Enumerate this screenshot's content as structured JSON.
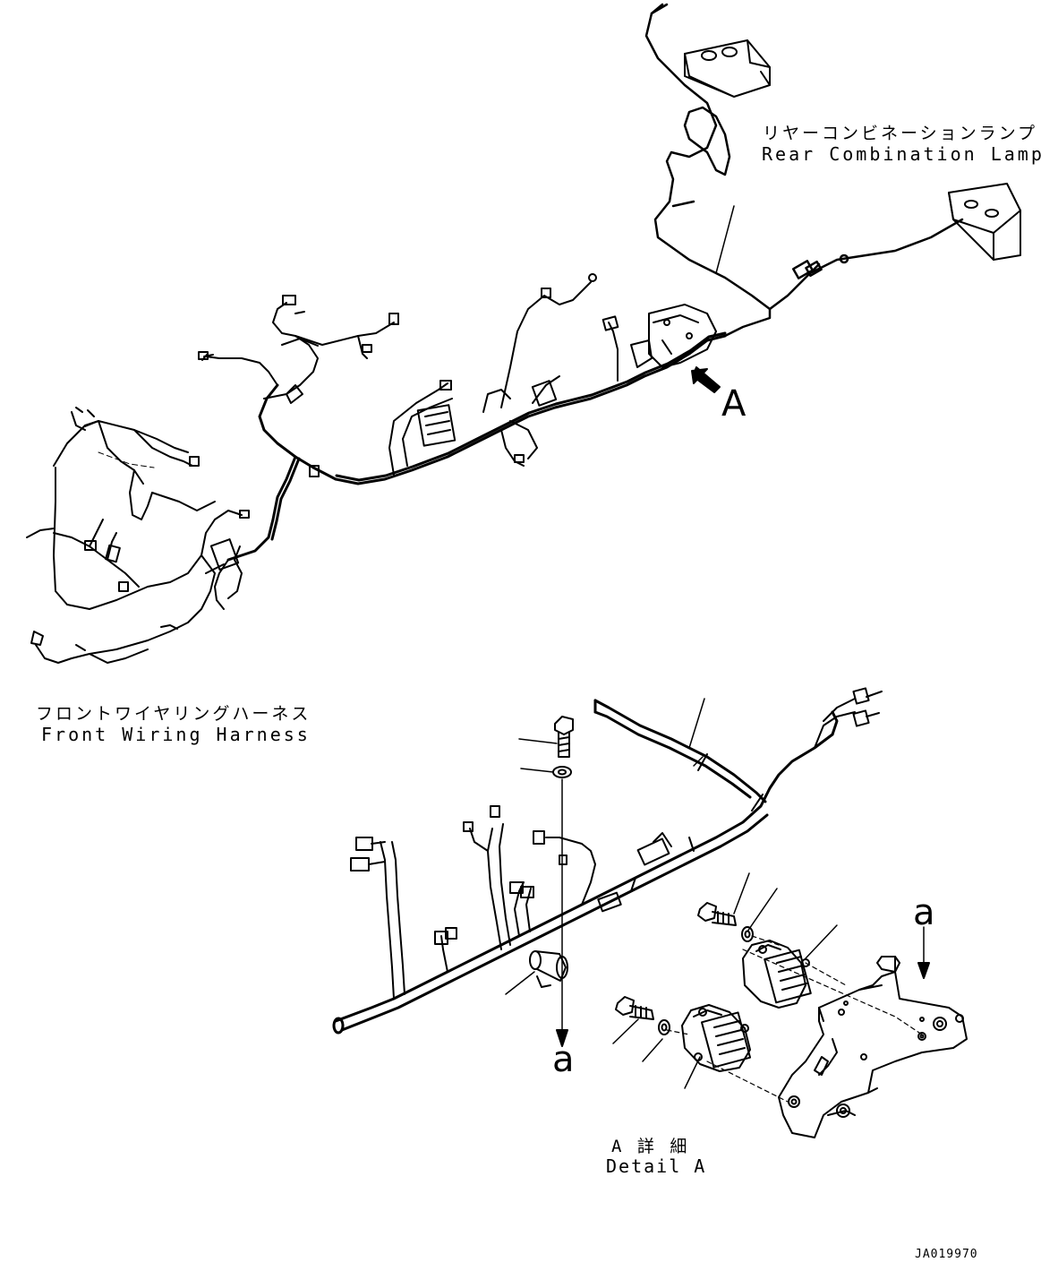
{
  "labels": {
    "rear_lamp_jp": "リヤーコンビネーションランプ",
    "rear_lamp_en": "Rear Combination Lamp",
    "front_harness_jp": "フロントワイヤリングハーネス",
    "front_harness_en": "Front Wiring Harness",
    "view_callout": "A",
    "detail_jp": "A 詳 細",
    "detail_en": "Detail A",
    "ref_a_1": "a",
    "ref_a_2": "a",
    "drawing_code": "JA019970"
  },
  "colors": {
    "line": "#000000",
    "background": "#ffffff"
  }
}
